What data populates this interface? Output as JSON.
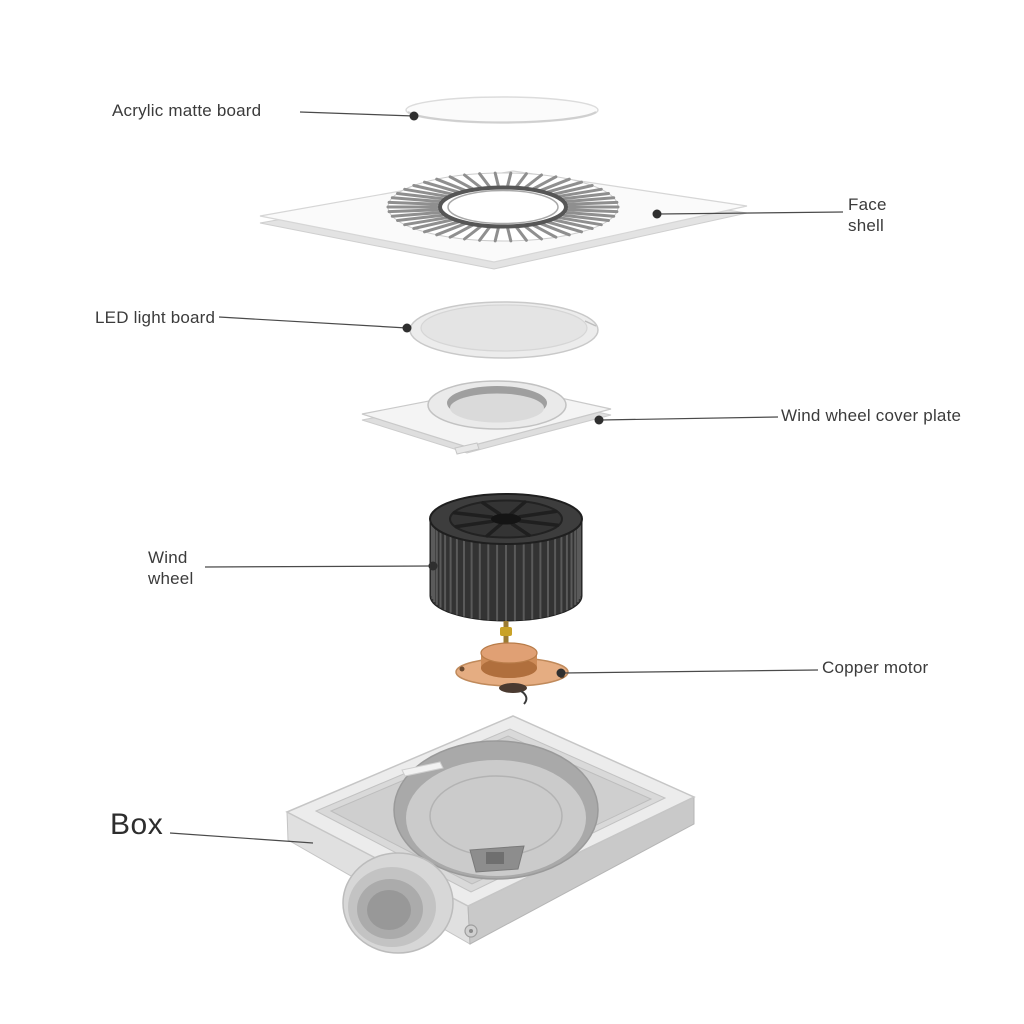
{
  "labels": {
    "acrylic": {
      "text": "Acrylic matte board"
    },
    "face_shell": {
      "lines": [
        "Face",
        "shell"
      ]
    },
    "led": {
      "text": "LED light board"
    },
    "cover_plate": {
      "text": "Wind wheel cover plate"
    },
    "wind_wheel": {
      "lines": [
        "Wind",
        "wheel"
      ]
    },
    "motor": {
      "text": "Copper motor"
    },
    "box": {
      "text": "Box"
    }
  },
  "colors": {
    "background": "#ffffff",
    "label_text": "#3b3b3b",
    "leader_line": "#4a4a4a",
    "leader_dot": "#2f2f2f",
    "wheel_dark": "#333333",
    "wheel_fin": "#5a5a5a",
    "copper": "#cd8b58",
    "copper_light": "#e5ad82"
  }
}
